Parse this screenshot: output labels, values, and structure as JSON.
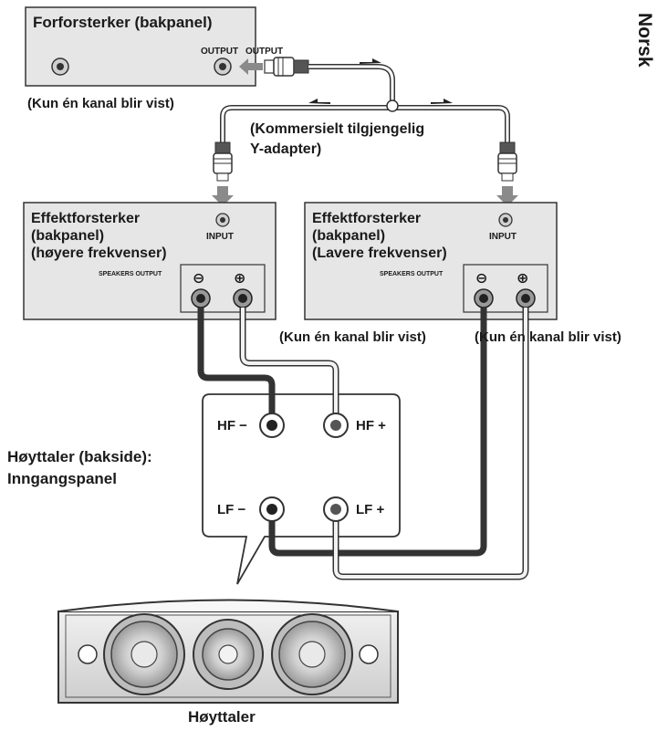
{
  "side_tab": "Norsk",
  "preamp": {
    "title": "Forforsterker (bakpanel)",
    "output_label": "OUTPUT",
    "output_label_2": "OUTPUT",
    "channel_note": "(Kun én kanal blir vist)"
  },
  "y_adapter": {
    "line1": "(Kommersielt tilgjengelig",
    "line2": "Y-adapter)"
  },
  "amp_high": {
    "line1": "Effektforsterker",
    "line2": "(bakpanel)",
    "line3": "(høyere frekvenser)",
    "input_label": "INPUT",
    "speakers_label": "SPEAKERS OUTPUT",
    "minus": "⊖",
    "plus": "⊕"
  },
  "amp_low": {
    "line1": "Effektforsterker",
    "line2": "(bakpanel)",
    "line3": "(Lavere frekvenser)",
    "input_label": "INPUT",
    "speakers_label": "SPEAKERS OUTPUT",
    "minus": "⊖",
    "plus": "⊕"
  },
  "channel_notes": {
    "left": "(Kun én kanal blir vist)",
    "right": "(Kun én kanal blir vist)"
  },
  "speaker_panel": {
    "label_line1": "Høyttaler (bakside):",
    "label_line2": "Inngangspanel",
    "hf_minus": "HF −",
    "hf_plus": "HF +",
    "lf_minus": "LF −",
    "lf_plus": "LF +"
  },
  "speaker": {
    "caption": "Høyttaler"
  },
  "colors": {
    "panel_fill": "#e6e6e6",
    "panel_stroke": "#333333",
    "dark_cable": "#3a3a3a",
    "light_cable": "#f2f2f2",
    "arrow_gray": "#8a8a8a"
  }
}
